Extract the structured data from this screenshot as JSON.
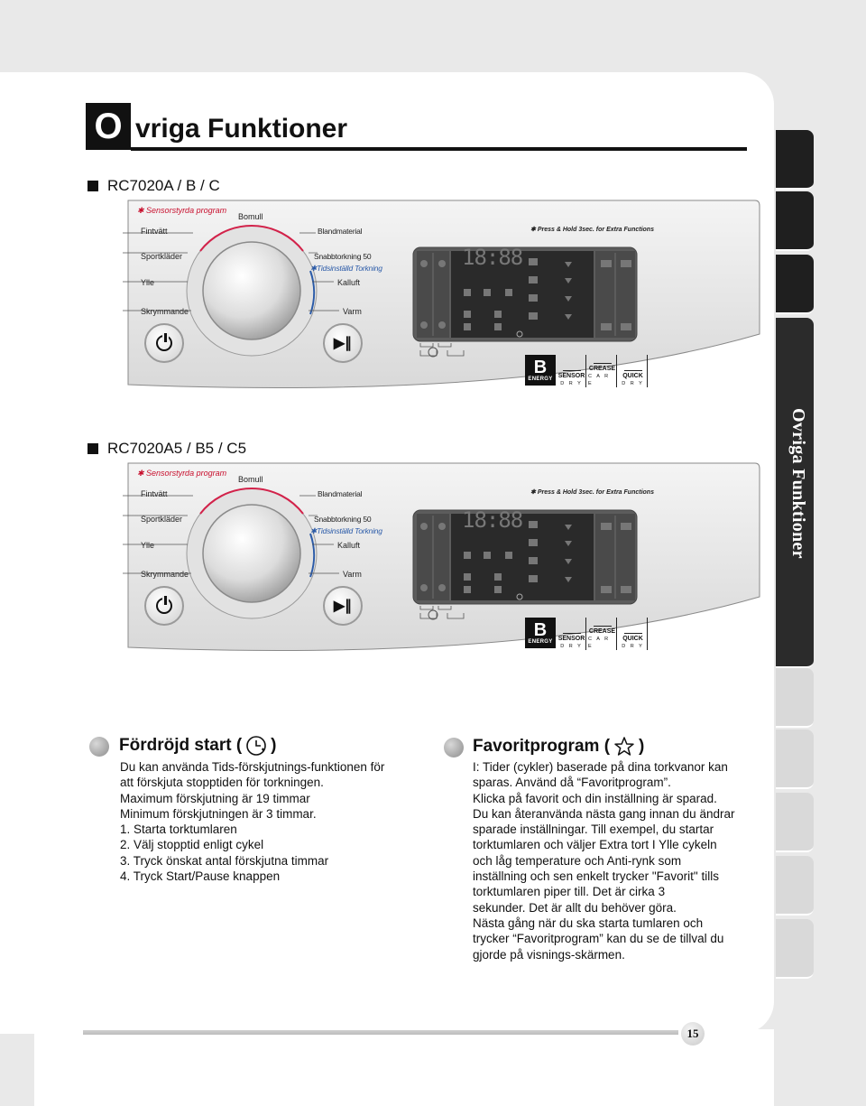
{
  "header": {
    "title_initial": "O",
    "title_rest": "vriga Funktioner",
    "side_tab_label": "Ovriga Funktioner"
  },
  "panels": [
    {
      "model": "RC7020A / B / C",
      "labels": {
        "sensor_programs": "Sensorstyrda program",
        "bomull": "Bomull",
        "fintvatt": "Fintvätt",
        "blandmaterial": "Blandmaterial",
        "sportklader": "Sportkläder",
        "snabbtorkning": "Snabbtorkning 50",
        "tidsinstalld": "Tidsinställd Torkning",
        "ylle": "Ylle",
        "kalluft": "Kalluft",
        "skrymmande": "Skrymmande",
        "varm": "Varm",
        "extra_functions": "Press & Hold 3sec. for Extra Functions",
        "display_time": "18:88"
      }
    },
    {
      "model": "RC7020A5 / B5 / C5",
      "labels": {
        "sensor_programs": "Sensorstyrda program",
        "bomull": "Bomull",
        "fintvatt": "Fintvätt",
        "blandmaterial": "Blandmaterial",
        "sportklader": "Sportkläder",
        "snabbtorkning": "Snabbtorkning 50",
        "tidsinstalld": "Tidsinställd Torkning",
        "ylle": "Ylle",
        "kalluft": "Kalluft",
        "skrymmande": "Skrymmande",
        "varm": "Varm",
        "extra_functions": "Press & Hold 3sec. for Extra Functions",
        "display_time": "18:88"
      }
    }
  ],
  "badges": {
    "energy_letter": "B",
    "energy_label": "ENERGY",
    "sensor_l1": "SENSOR",
    "sensor_l2": "D R Y",
    "crease_l1": "CREASE",
    "crease_l2": "C A R E",
    "quick_l1": "QUICK",
    "quick_l2": "D R Y"
  },
  "delayed_start": {
    "title_prefix": "Fördröjd start (",
    "title_suffix": ")",
    "icon": "clock-delay-icon",
    "lines": [
      "Du kan använda Tids-förskjutnings-funktionen för",
      "att förskjuta stopptiden för torkningen.",
      "Maximum förskjutning är 19 timmar",
      "Minimum förskjutningen är 3 timmar.",
      "1. Starta torktumlaren",
      "2. Välj stopptid enligt cykel",
      "3. Tryck önskat antal förskjutna timmar",
      "4. Tryck Start/Pause knappen"
    ]
  },
  "favorite": {
    "title_prefix": "Favoritprogram (",
    "title_suffix": ")",
    "icon": "star-icon",
    "lines": [
      "I: Tider (cykler) baserade på dina torkvanor kan",
      "sparas. Använd då “Favoritprogram”.",
      "Klicka på favorit och din inställning är sparad.",
      "Du kan återanvända nästa gang innan du ändrar",
      "sparade inställningar. Till exempel, du startar",
      "torktumlaren och väljer Extra tort I Ylle cykeln",
      "och låg temperature och Anti-rynk som",
      "inställning och sen enkelt trycker \"Favorit\" tills",
      "torktumlaren piper till. Det är cirka 3",
      "sekunder. Det är allt du behöver göra.",
      "Nästa gång när du ska starta tumlaren och",
      "trycker “Favoritprogram” kan du se de tillval du",
      "gjorde på visnings-skärmen."
    ]
  },
  "footer": {
    "page_number": "15"
  }
}
